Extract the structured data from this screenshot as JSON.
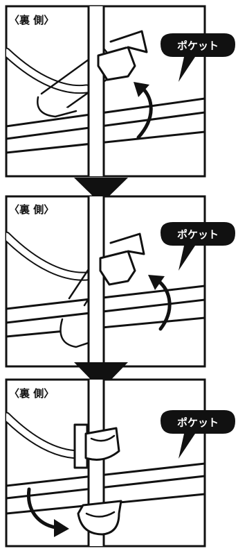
{
  "panels": [
    {
      "side_label": "〈裏 側〉",
      "callout": "ポケット"
    },
    {
      "side_label": "〈裏 側〉",
      "callout": "ポケット"
    },
    {
      "side_label": "〈裏 側〉",
      "callout": "ポケット"
    }
  ],
  "colors": {
    "ink": "#111111",
    "paper": "#ffffff"
  }
}
